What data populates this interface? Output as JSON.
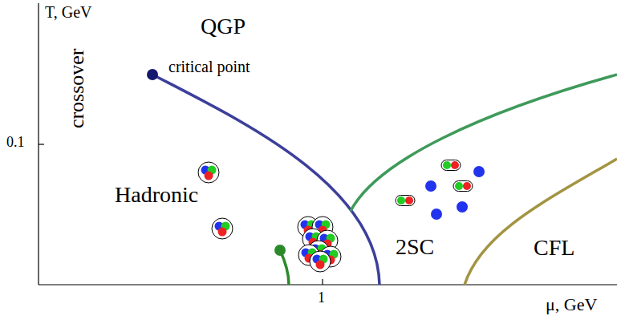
{
  "diagram": {
    "labels": [
      "T, GeV",
      "crossover",
      "QGP",
      "critical point",
      "0.1",
      "Hadronic",
      "2SC",
      "CFL",
      "1",
      "μ, GeV"
    ]
  }
}
